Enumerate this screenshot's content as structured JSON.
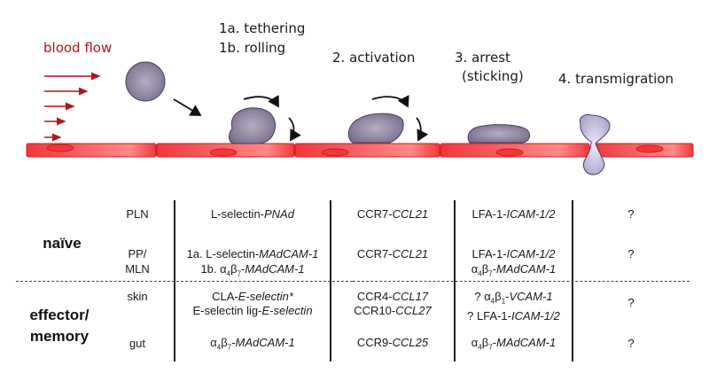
{
  "diagram": {
    "flow_label": "blood flow",
    "steps": {
      "tethering": "1a. tethering",
      "rolling": "1b. rolling",
      "activation": "2. activation",
      "arrest": "3. arrest",
      "sticking": "(sticking)",
      "transmigration": "4. transmigration"
    },
    "colors": {
      "flow_arrow": "#b2141e",
      "endothelium": "#f43a3a",
      "leukocyte": "#8a8099",
      "transmigrating_cell": "#c8c3de"
    }
  },
  "table": {
    "groups": {
      "naive": "naïve",
      "effector_line1": "effector/",
      "effector_line2": "memory"
    },
    "rows": [
      {
        "tissue": "PLN",
        "step1": [
          {
            "plain": "L-selectin-",
            "italic": "PNAd"
          }
        ],
        "step2": [
          {
            "plain": "CCR7-",
            "italic": "CCL21"
          }
        ],
        "step3": [
          {
            "plain": "LFA-1-",
            "italic": "ICAM-1/2"
          }
        ],
        "step4": "?"
      },
      {
        "tissue_line1": "PP/",
        "tissue_line2": "MLN",
        "step1": [
          {
            "plain": "1a. L-selectin-",
            "italic": "MAdCAM-1"
          },
          {
            "plain": "1b. α4β7-",
            "italic": "MAdCAM-1"
          }
        ],
        "step2": [
          {
            "plain": "CCR7-",
            "italic": "CCL21"
          }
        ],
        "step3": [
          {
            "plain": "LFA-1-",
            "italic": "ICAM-1/2"
          },
          {
            "plain": "α4β7-",
            "italic": "MAdCAM-1"
          }
        ],
        "step4": "?"
      },
      {
        "tissue": "skin",
        "step1": [
          {
            "plain": "CLA-",
            "italic": "E-selectin*"
          },
          {
            "plain": "E-selectin lig-",
            "italic": "E-selectin"
          }
        ],
        "step2": [
          {
            "plain": "CCR4-",
            "italic": "CCL17"
          },
          {
            "plain": "CCR10-",
            "italic": "CCL27"
          }
        ],
        "step3": [
          {
            "plain": "? α4β1-",
            "italic": "VCAM-1"
          },
          {
            "plain": "? LFA-1-",
            "italic": "ICAM-1/2"
          }
        ],
        "step4": "?"
      },
      {
        "tissue": "gut",
        "step1": [
          {
            "plain": "α4β7-",
            "italic": "MAdCAM-1"
          }
        ],
        "step2": [
          {
            "plain": "CCR9-",
            "italic": "CCL25"
          }
        ],
        "step3": [
          {
            "plain": "α4β7-",
            "italic": "MAdCAM-1"
          }
        ],
        "step4": "?"
      }
    ]
  }
}
